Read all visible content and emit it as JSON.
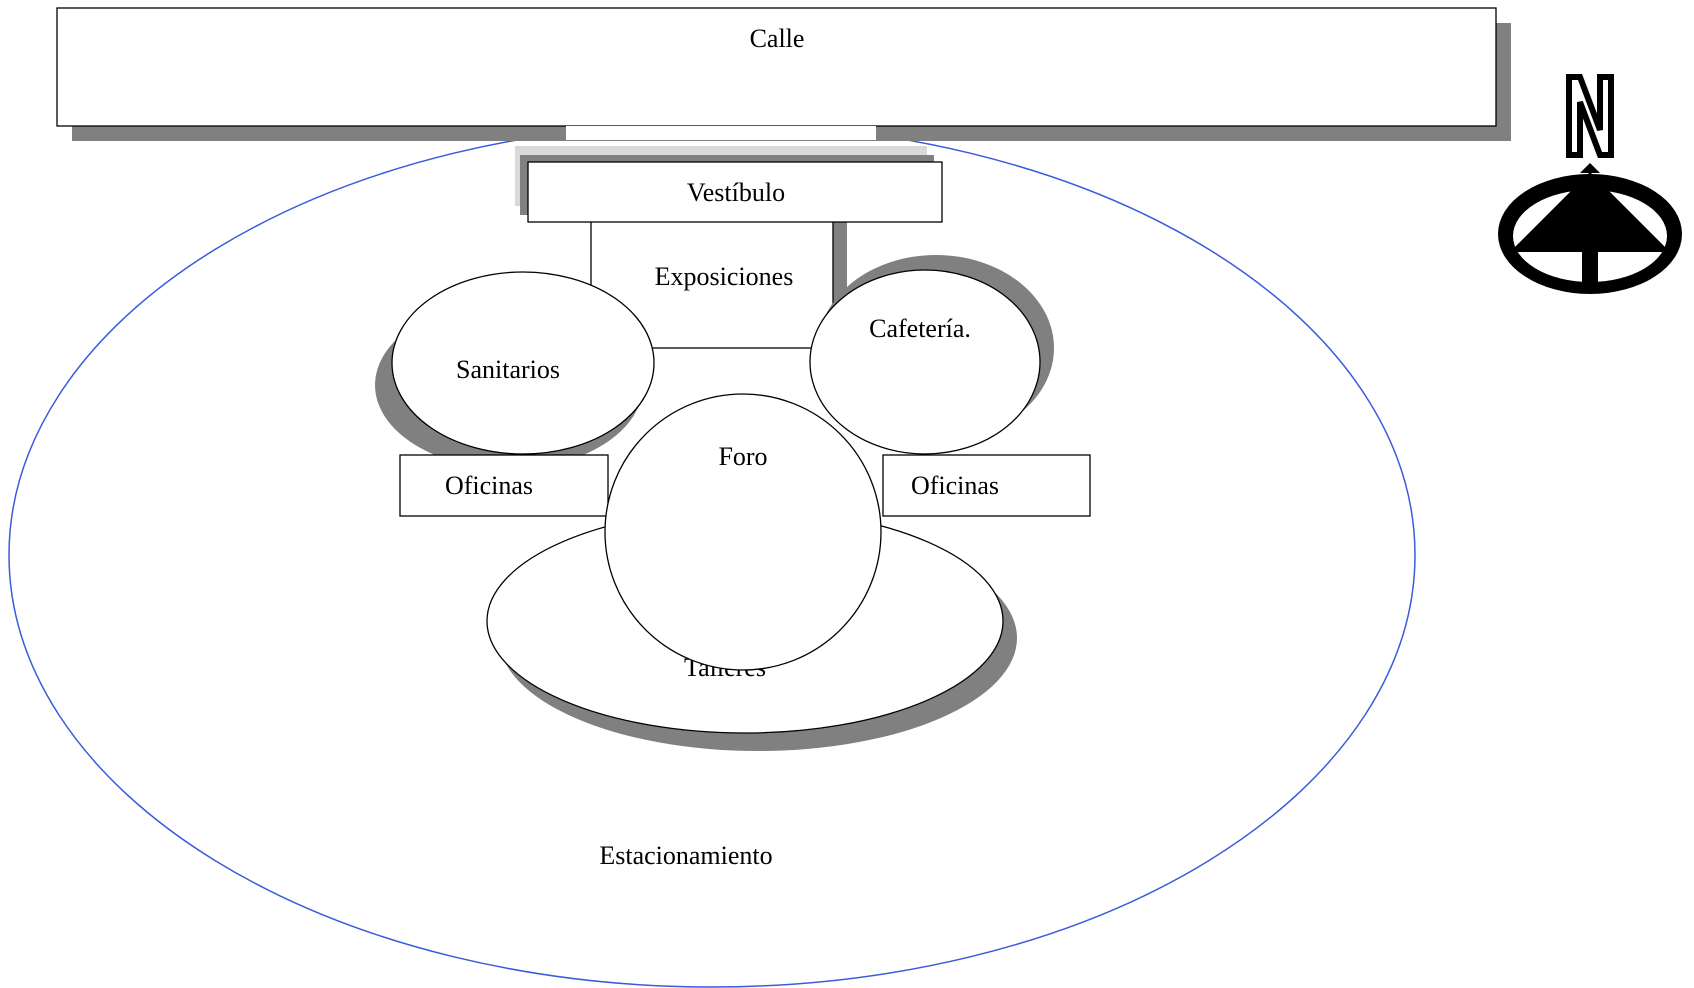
{
  "diagram": {
    "street": "Calle",
    "vestibule": "Vestíbulo",
    "exhibitions": "Exposiciones",
    "restrooms": "Sanitarios",
    "cafeteria": "Cafetería.",
    "offices_left": "Oficinas",
    "forum": "Foro",
    "offices_right": "Oficinas",
    "workshops": "Talleres",
    "parking": "Estacionamiento"
  },
  "north": {
    "letter": "N",
    "icon": "north-arrow-icon"
  },
  "colors": {
    "parking_outline": "#3a5bdc",
    "shadow": "#808080",
    "light_shadow": "#d9d9d9",
    "stroke": "#000000"
  }
}
